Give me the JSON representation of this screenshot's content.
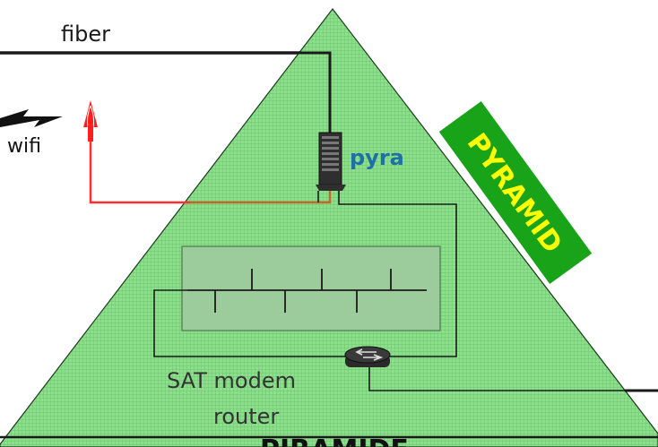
{
  "labels": {
    "fiber": "fiber",
    "wifi": "wifi",
    "pyra": "pyra",
    "banner": "PYRAMID",
    "modem_line1": "SAT modem",
    "modem_line2": "router",
    "bottom_cut": "PIRAMIDE"
  },
  "colors": {
    "pyramid_fill": "#8ce08c",
    "pyramid_grid": "#62b862",
    "pyramid_edge": "#1a3a1a",
    "banner_bg": "#19a319",
    "banner_text": "#ffff00",
    "pyra_text": "#1f6fa8",
    "wifi_antenna": "#ff1f1f",
    "red_cable": "#ff3030",
    "orange_cable": "#c0692b",
    "cable": "#1a1a1a",
    "panel_fill": "#9ccc9c",
    "label_text": "#333333"
  },
  "icons": {
    "server": "server-tower-icon",
    "router": "router-icon",
    "antenna": "wifi-antenna-icon",
    "lightning": "lightning-icon",
    "switch": "switch-panel-icon"
  }
}
